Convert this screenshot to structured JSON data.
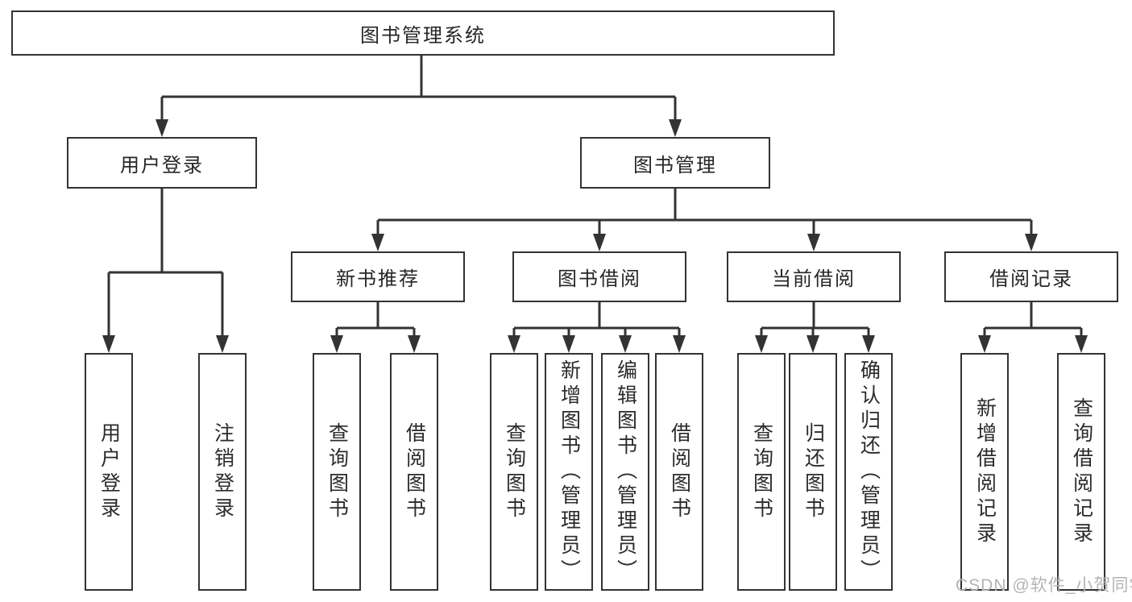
{
  "diagram": {
    "type": "hierarchy-tree",
    "root": {
      "label": "图书管理系统",
      "children": [
        {
          "label": "用户登录",
          "children": [
            {
              "label": "用户登录"
            },
            {
              "label": "注销登录"
            }
          ]
        },
        {
          "label": "图书管理",
          "children": [
            {
              "label": "新书推荐",
              "children": [
                {
                  "label": "查询图书"
                },
                {
                  "label": "借阅图书"
                }
              ]
            },
            {
              "label": "图书借阅",
              "children": [
                {
                  "label": "查询图书"
                },
                {
                  "label": "新增图书（管理员）"
                },
                {
                  "label": "编辑图书（管理员）"
                },
                {
                  "label": "借阅图书"
                }
              ]
            },
            {
              "label": "当前借阅",
              "children": [
                {
                  "label": "查询图书"
                },
                {
                  "label": "归还图书"
                },
                {
                  "label": "确认归还（管理员）"
                }
              ]
            },
            {
              "label": "借阅记录",
              "children": [
                {
                  "label": "新增借阅记录"
                },
                {
                  "label": "查询借阅记录"
                }
              ]
            }
          ]
        }
      ]
    }
  },
  "watermark": {
    "text": "CSDN @软件_小贺同学"
  },
  "colors": {
    "line": "#333333",
    "text": "#262626",
    "box_background": "#ffffff",
    "watermark": "#b4b4b4"
  }
}
